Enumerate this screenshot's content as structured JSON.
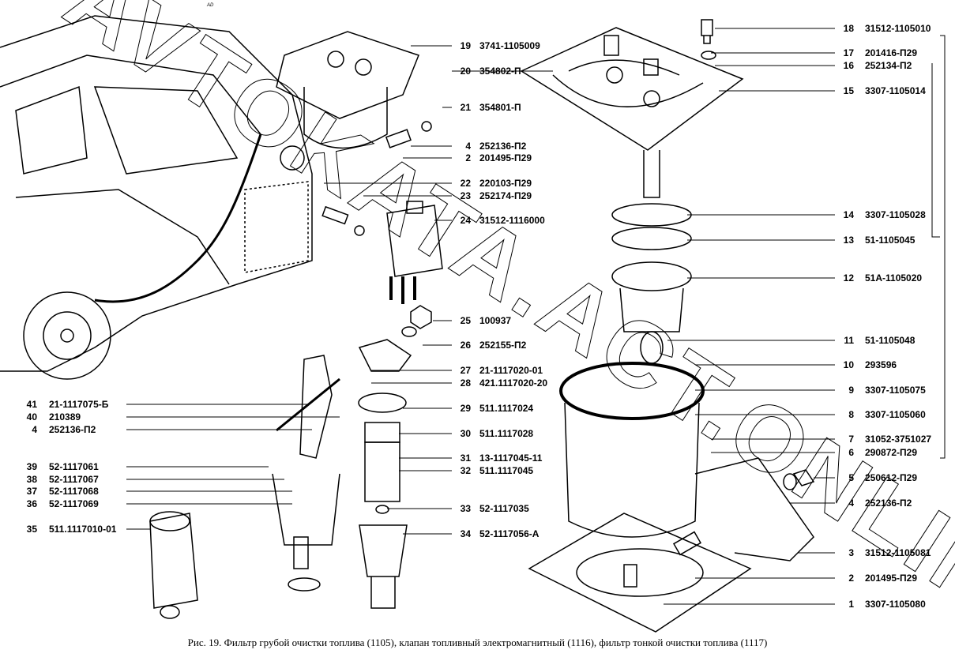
{
  "corner_mark": "AD",
  "watermark": "AVTOKATA.ACT.ONLINE",
  "caption": "Рис. 19. Фильтр грубой очистки топлива (1105), клапан топливный электромагнитный (1116), фильтр тонкой очистки топлива (1117)",
  "left_callouts": [
    {
      "num": "41",
      "code": "21-1117075-Б"
    },
    {
      "num": "40",
      "code": "210389"
    },
    {
      "num": "4",
      "code": "252136-П2"
    },
    {
      "num": "39",
      "code": "52-1117061"
    },
    {
      "num": "38",
      "code": "52-1117067"
    },
    {
      "num": "37",
      "code": "52-1117068"
    },
    {
      "num": "36",
      "code": "52-1117069"
    },
    {
      "num": "35",
      "code": "511.1117010-01"
    }
  ],
  "middle_callouts": [
    {
      "num": "19",
      "code": "3741-1105009"
    },
    {
      "num": "20",
      "code": "354802-П"
    },
    {
      "num": "21",
      "code": "354801-П"
    },
    {
      "num": "4",
      "code": "252136-П2"
    },
    {
      "num": "2",
      "code": "201495-П29"
    },
    {
      "num": "22",
      "code": "220103-П29"
    },
    {
      "num": "23",
      "code": "252174-П29"
    },
    {
      "num": "24",
      "code": "31512-1116000"
    },
    {
      "num": "25",
      "code": "100937"
    },
    {
      "num": "26",
      "code": "252155-П2"
    },
    {
      "num": "27",
      "code": "21-1117020-01"
    },
    {
      "num": "28",
      "code": "421.1117020-20"
    },
    {
      "num": "29",
      "code": "511.1117024"
    },
    {
      "num": "30",
      "code": "511.1117028"
    },
    {
      "num": "31",
      "code": "13-1117045-11"
    },
    {
      "num": "32",
      "code": "511.1117045"
    },
    {
      "num": "33",
      "code": "52-1117035"
    },
    {
      "num": "34",
      "code": "52-1117056-А"
    }
  ],
  "right_callouts": [
    {
      "num": "18",
      "code": "31512-1105010"
    },
    {
      "num": "17",
      "code": "201416-П29"
    },
    {
      "num": "16",
      "code": "252134-П2"
    },
    {
      "num": "15",
      "code": "3307-1105014"
    },
    {
      "num": "14",
      "code": "3307-1105028"
    },
    {
      "num": "13",
      "code": "51-1105045"
    },
    {
      "num": "12",
      "code": "51А-1105020"
    },
    {
      "num": "11",
      "code": "51-1105048"
    },
    {
      "num": "10",
      "code": "293596"
    },
    {
      "num": "9",
      "code": "3307-1105075"
    },
    {
      "num": "8",
      "code": "3307-1105060"
    },
    {
      "num": "7",
      "code": "31052-3751027"
    },
    {
      "num": "6",
      "code": "290872-П29"
    },
    {
      "num": "5",
      "code": "250612-П29"
    },
    {
      "num": "4",
      "code": "252136-П2"
    },
    {
      "num": "3",
      "code": "31512-1105081"
    },
    {
      "num": "2",
      "code": "201495-П29"
    },
    {
      "num": "1",
      "code": "3307-1105080"
    }
  ]
}
